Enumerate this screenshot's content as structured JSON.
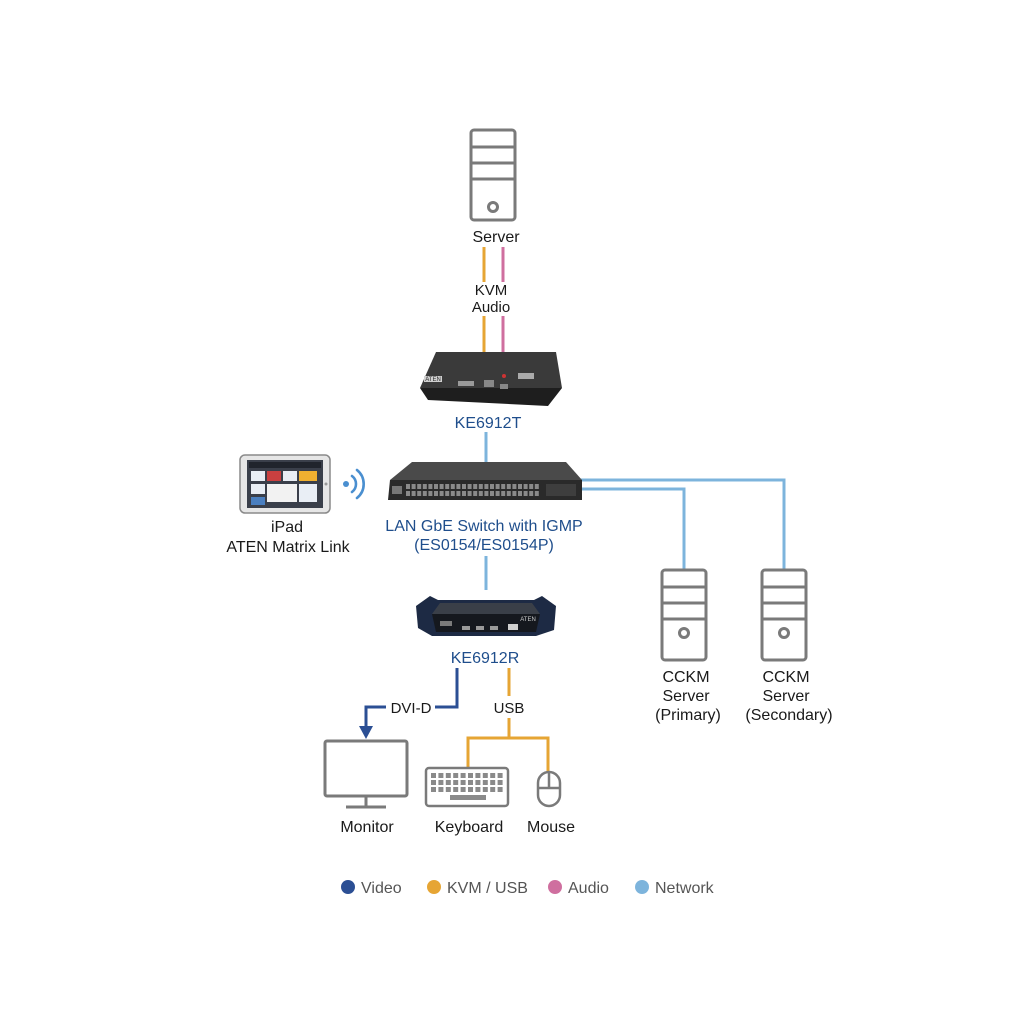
{
  "colors": {
    "video": "#2b4f94",
    "kvm_usb": "#e6a534",
    "audio": "#cf6f9f",
    "network": "#7db4dc",
    "outline": "#7a7a7a",
    "device_dark": "#2a2a2a",
    "label_blue": "#1f4e8c"
  },
  "devices": {
    "server": {
      "label": "Server",
      "icon": "server-tower-icon"
    },
    "transmitter": {
      "label": "KE6912T",
      "brand": "ATEN"
    },
    "switch": {
      "label_line1": "LAN GbE Switch with IGMP",
      "label_line2": "(ES0154/ES0154P)"
    },
    "receiver": {
      "label": "KE6912R",
      "brand": "ATEN"
    },
    "ipad": {
      "label_line1": "iPad",
      "label_line2": "ATEN Matrix Link",
      "icon": "tablet-icon"
    },
    "cckm_primary": {
      "line1": "CCKM",
      "line2": "Server",
      "line3": "(Primary)",
      "icon": "server-tower-icon"
    },
    "cckm_secondary": {
      "line1": "CCKM",
      "line2": "Server",
      "line3": "(Secondary)",
      "icon": "server-tower-icon"
    },
    "monitor": {
      "label": "Monitor",
      "icon": "monitor-icon"
    },
    "keyboard": {
      "label": "Keyboard",
      "icon": "keyboard-icon"
    },
    "mouse": {
      "label": "Mouse",
      "icon": "mouse-icon"
    }
  },
  "connections": {
    "server_link_line1": "KVM",
    "server_link_line2": "Audio",
    "video_link": "DVI-D",
    "usb_link": "USB"
  },
  "legend": [
    {
      "label": "Video",
      "color": "#2b4f94"
    },
    {
      "label": "KVM / USB",
      "color": "#e6a534"
    },
    {
      "label": "Audio",
      "color": "#cf6f9f"
    },
    {
      "label": "Network",
      "color": "#7db4dc"
    }
  ]
}
